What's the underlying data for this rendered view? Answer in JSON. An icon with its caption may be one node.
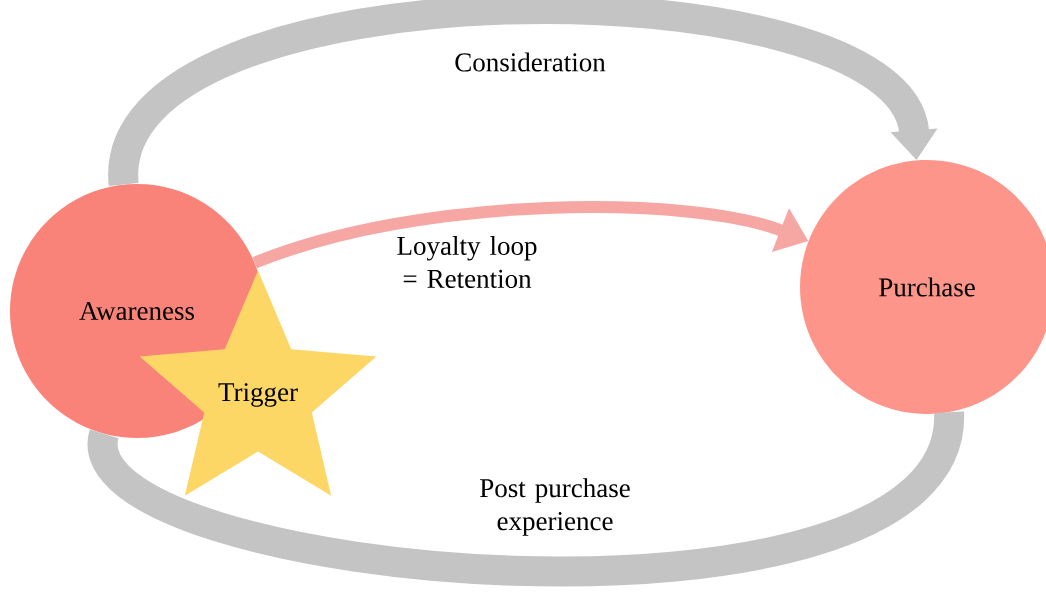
{
  "diagram": {
    "nodes": [
      {
        "text": [
          "Awareness"
        ]
      },
      {
        "text": [
          "Purchase"
        ]
      },
      {
        "text": [
          "Trigger"
        ]
      }
    ],
    "edges": [
      {
        "from": 0,
        "to": 1,
        "arrow": "to",
        "label": "Consideration"
      },
      {
        "from": 1,
        "to": 0,
        "arrow": "none",
        "label": "Post purchase experience"
      },
      {
        "from": 0,
        "to": 1,
        "arrow": "to",
        "label": "Loyalty loop = Retention",
        "color": "#f6a6a3"
      }
    ]
  }
}
